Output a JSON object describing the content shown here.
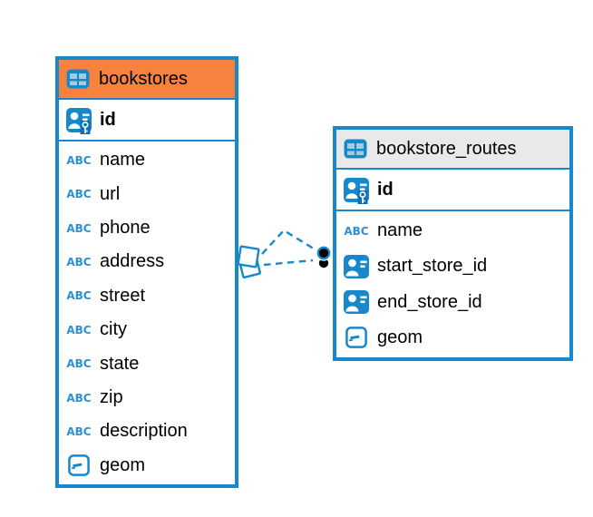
{
  "colors": {
    "accent_blue": "#1789CB",
    "header_orange": "#F6823E",
    "header_gray": "#E9E9E9",
    "icon_blue": "#2E8FD3",
    "endpoint_dot_black": "#000000",
    "background": "#FFFFFF"
  },
  "icons": {
    "text_type_label": "ABC"
  },
  "tables": [
    {
      "name": "bookstores",
      "header_color": "#F6823E",
      "primary_key": {
        "name": "id",
        "type": "primary-key"
      },
      "columns": [
        {
          "name": "name",
          "type": "text"
        },
        {
          "name": "url",
          "type": "text"
        },
        {
          "name": "phone",
          "type": "text"
        },
        {
          "name": "address",
          "type": "text"
        },
        {
          "name": "street",
          "type": "text"
        },
        {
          "name": "city",
          "type": "text"
        },
        {
          "name": "state",
          "type": "text"
        },
        {
          "name": "zip",
          "type": "text"
        },
        {
          "name": "description",
          "type": "text"
        },
        {
          "name": "geom",
          "type": "geometry"
        }
      ]
    },
    {
      "name": "bookstore_routes",
      "header_color": "#E9E9E9",
      "primary_key": {
        "name": "id",
        "type": "primary-key"
      },
      "columns": [
        {
          "name": "name",
          "type": "text"
        },
        {
          "name": "start_store_id",
          "type": "reference"
        },
        {
          "name": "end_store_id",
          "type": "reference"
        },
        {
          "name": "geom",
          "type": "geometry"
        }
      ]
    }
  ],
  "relation": {
    "from_table": "bookstores",
    "to_table": "bookstore_routes",
    "line_style": "dashed",
    "line_color": "#1789CB",
    "from_marker": "overlapping-squares",
    "to_marker": "stacked-black-dots"
  }
}
